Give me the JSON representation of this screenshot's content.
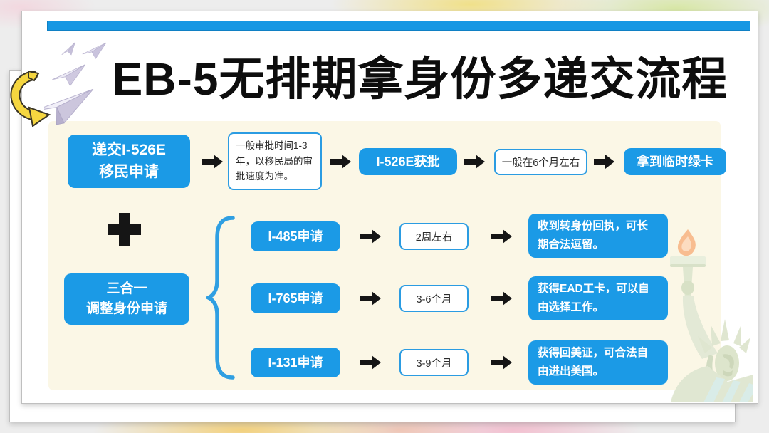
{
  "title": "EB-5无排期拿身份多递交流程",
  "top_flow": {
    "submit_label": "递交I-526E\n移民申请",
    "review_note": "一般审批时间1-3年，以移民局的审批速度为准。",
    "approved_label": "I-526E获批",
    "approval_time": "一般在6个月左右",
    "green_card_label": "拿到临时绿卡"
  },
  "combo_application": {
    "label": "三合一\n调整身份申请"
  },
  "sub_flows": [
    {
      "application": "I-485申请",
      "processing_time": "2周左右",
      "outcome": "收到转身份回执，可长期合法逗留。"
    },
    {
      "application": "I-765申请",
      "processing_time": "3-6个月",
      "outcome": "获得EAD工卡，可以自由选择工作。"
    },
    {
      "application": "I-131申请",
      "processing_time": "3-9个月",
      "outcome": "获得回美证，可合法自由进出美国。"
    }
  ],
  "icons": {
    "paper_planes": "paper-plane-icons",
    "curved_arrow": "yellow-curved-arrow",
    "plus": "plus-sign",
    "flow_arrow": "black-right-arrow",
    "brace": "blue-curly-brace",
    "statue": "statue-of-liberty"
  },
  "colors": {
    "accent_blue": "#1b9ae6",
    "panel_cream": "#fbf7e6",
    "title_black": "#0d0d0d",
    "arrow_black": "#151515",
    "doodle_yellow": "#f5d640"
  }
}
